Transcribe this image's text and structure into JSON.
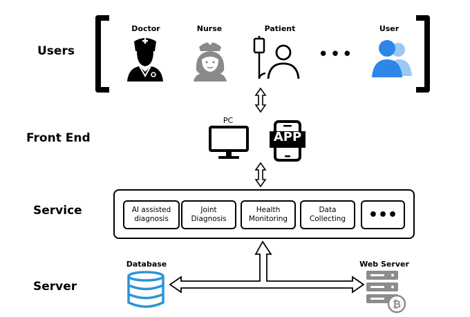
{
  "layers": {
    "users": "Users",
    "front_end": "Front End",
    "service": "Service",
    "server": "Server"
  },
  "users": {
    "doctor": "Doctor",
    "nurse": "Nurse",
    "patient": "Patient",
    "user": "User",
    "more": "•••"
  },
  "front_end": {
    "pc": "PC",
    "app": "APP"
  },
  "services": [
    "AI assisted diagnosis",
    "Joint Diagnosis",
    "Health Monitoring",
    "Data Collecting",
    "•••"
  ],
  "server": {
    "database": "Database",
    "web_server": "Web Server"
  },
  "colors": {
    "ink": "#000000",
    "nurse_gray": "#8a8a8a",
    "user_blue": "#2e86e8",
    "user_blue_light": "#9cc8f4",
    "db_blue": "#2b95d9",
    "server_gray": "#8c8c8c"
  },
  "icons": [
    "doctor-icon",
    "nurse-icon",
    "patient-icon",
    "user-group-icon",
    "pc-monitor-icon",
    "app-phone-icon",
    "database-icon",
    "web-server-icon",
    "bitcoin-icon"
  ]
}
